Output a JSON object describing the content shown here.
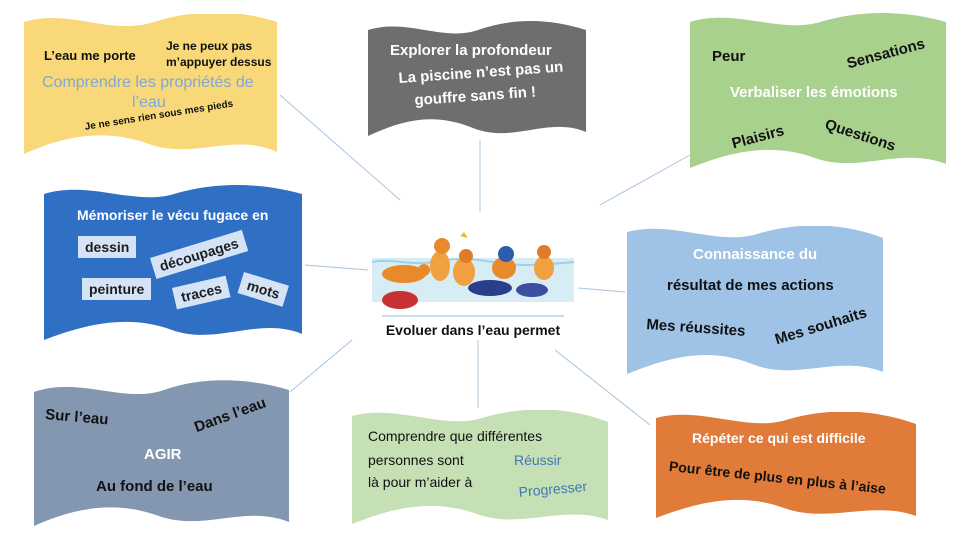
{
  "center": {
    "label": "Evoluer dans l’eau permet",
    "image": "swimmers-illustration"
  },
  "cards": {
    "properties": {
      "color": "#f8d878",
      "word1": "L’eau me porte",
      "word2_line1": "Je ne peux pas",
      "word2_line2": "m’appuyer dessus",
      "title_line1": "Comprendre les propriétés de",
      "title_line2": "l’eau",
      "title_color": "#7fa8d8",
      "word3": "Je ne sens rien sous mes pieds"
    },
    "depth": {
      "color": "#6e6e6e",
      "title": "Explorer la profondeur",
      "text_line1": "La piscine n’est pas un",
      "text_line2": "gouffre sans fin !"
    },
    "emotions": {
      "color": "#a9d18e",
      "word1": "Peur",
      "word2": "Sensations",
      "title": "Verbaliser les émotions",
      "word3": "Plaisirs",
      "word4": "Questions"
    },
    "memorize": {
      "color": "#2f6fc4",
      "title": "Mémoriser le vécu fugace en",
      "chips": [
        "dessin",
        "découpages",
        "mots",
        "peinture",
        "traces"
      ]
    },
    "results": {
      "color": "#9ec3e6",
      "title_line1": "Connaissance du",
      "title_line2": "résultat de mes actions",
      "word1": "Mes réussites",
      "word2": "Mes souhaits"
    },
    "act": {
      "color": "#8497b0",
      "word1": "Sur l’eau",
      "word2": "Dans l’eau",
      "title": "AGIR",
      "word3": "Au fond de l’eau"
    },
    "people": {
      "color": "#c5e0b4",
      "text_line1": "Comprendre que différentes",
      "text_line2": "personnes sont",
      "text_line3": "là pour m’aider à",
      "word1": "Réussir",
      "word2": "Progresser",
      "accent": "#3f78b8"
    },
    "repeat": {
      "color": "#e07b3a",
      "title": "Répéter ce qui est difficile",
      "text": "Pour être de plus en plus à l’aise"
    }
  }
}
